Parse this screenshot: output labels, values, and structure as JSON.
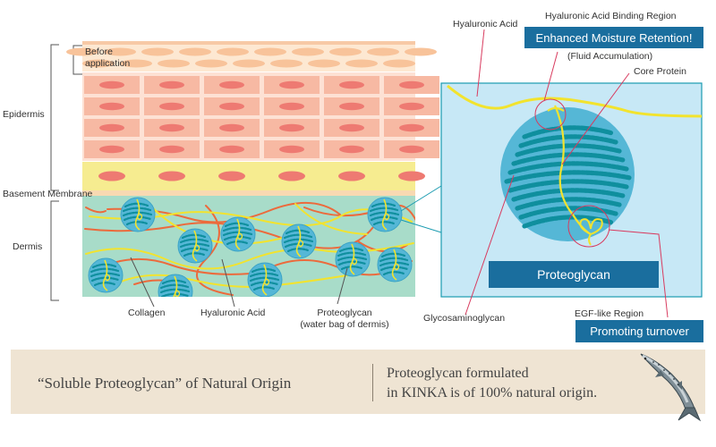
{
  "left_labels": {
    "before_application": [
      "Before",
      "application"
    ],
    "epidermis": "Epidermis",
    "basement_membrane": "Basement Membrane",
    "dermis": "Dermis"
  },
  "bottom_labels": {
    "collagen": "Collagen",
    "hyaluronic_acid": "Hyaluronic Acid",
    "proteoglycan": [
      "Proteoglycan",
      "(water bag of dermis)"
    ],
    "glycosaminoglycan": "Glycosaminoglycan"
  },
  "callouts": {
    "hyaluronic_acid": "Hyaluronic Acid",
    "binding_region": "Hyaluronic Acid Binding Region",
    "moisture_badge": "Enhanced Moisture Retention!",
    "fluid_accumulation": "(Fluid Accumulation)",
    "core_protein": "Core Protein",
    "egf_region": "EGF-like Region",
    "turnover_badge": "Promoting turnover",
    "proteoglycan_badge": "Proteoglycan"
  },
  "banner": {
    "left_text": "“Soluble Proteoglycan” of Natural Origin",
    "right_lines": [
      "Proteoglycan formulated",
      "in KINKA is of 100% natural origin."
    ]
  },
  "colors": {
    "cell_pink": "#f7b9a3",
    "cell_nucleus": "#ee7a72",
    "basal_yellow": "#f6ec90",
    "dermis_green": "#a8dcc9",
    "collagen_orange": "#ec6a3c",
    "hyaluronic_yellow": "#f2e32e",
    "proteoglycan_blue": "#2fa0c2",
    "zoom_bg": "#c7e8f6",
    "badge_blue": "#1a6e9e",
    "banner_bg": "#efe4d3",
    "callout_line": "#d83a5e"
  },
  "icons": {
    "fish": "salmon-icon"
  }
}
